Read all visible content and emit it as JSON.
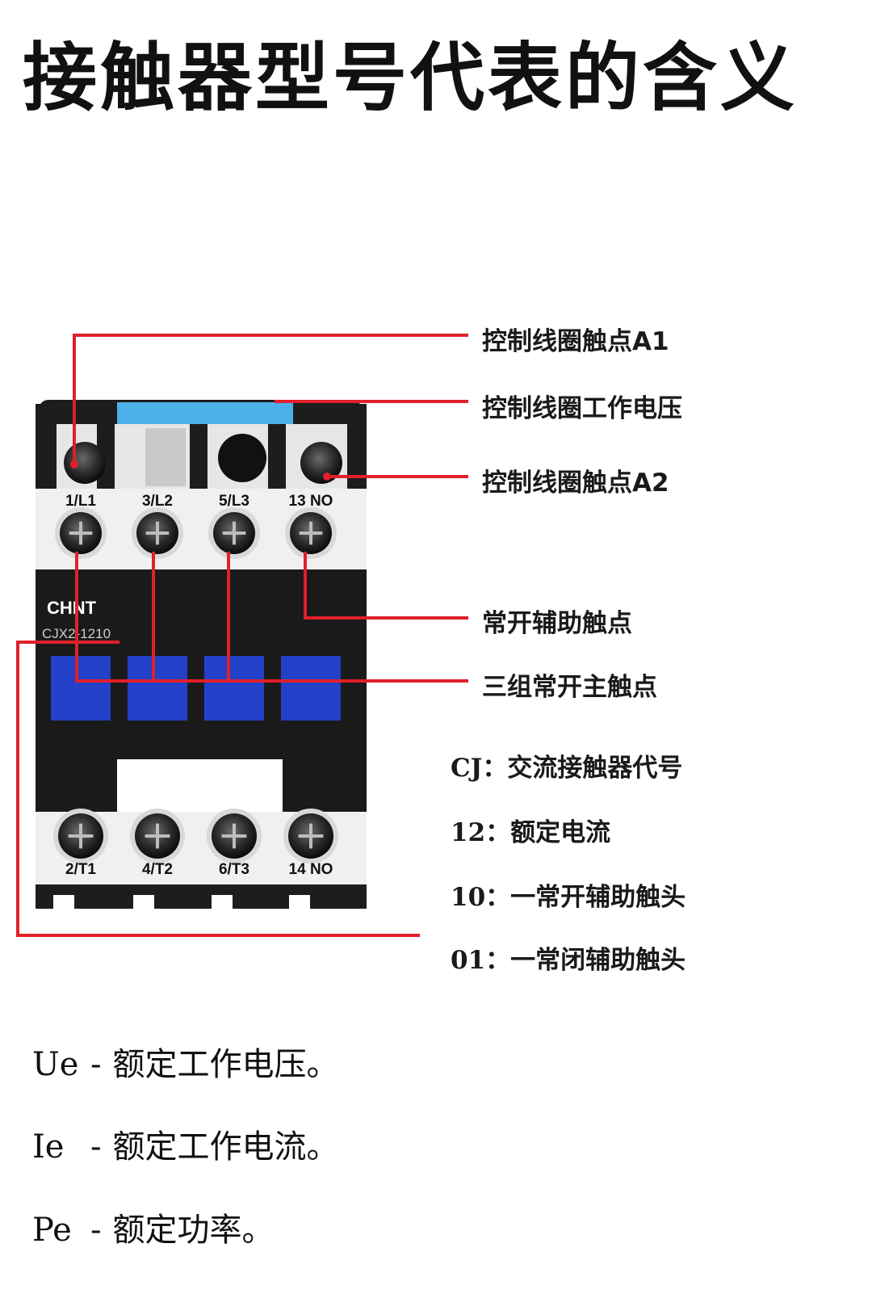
{
  "title": "接触器型号代表的含义",
  "colors": {
    "leader": "#e0202a",
    "contact_block": "#2340c8",
    "body": "#1a1a1a",
    "coil_window": "#4db0e8"
  },
  "device": {
    "brand": "CHNT",
    "model": "CJX2-1210",
    "top_terminals": [
      "1/L1",
      "3/L2",
      "5/L3",
      "13 NO"
    ],
    "bottom_terminals": [
      "2/T1",
      "4/T2",
      "6/T3",
      "14 NO"
    ]
  },
  "callouts": [
    "控制线圈触点A1",
    "控制线圈工作电压",
    "控制线圈触点A2",
    "常开辅助触点",
    "三组常开主触点"
  ],
  "model_parts": [
    {
      "code": "CJ：",
      "meaning": "交流接触器代号"
    },
    {
      "code": "12：",
      "meaning": "额定电流"
    },
    {
      "code": "10：",
      "meaning": "一常开辅助触头"
    },
    {
      "code": "01：",
      "meaning": "一常闭辅助触头"
    }
  ],
  "definitions": [
    {
      "symbol": "Ue",
      "dash": "-",
      "meaning": "额定工作电压。"
    },
    {
      "symbol": "Ie",
      "dash": "-",
      "meaning": "额定工作电流。"
    },
    {
      "symbol": "Pe",
      "dash": "-",
      "meaning": "额定功率。"
    }
  ]
}
